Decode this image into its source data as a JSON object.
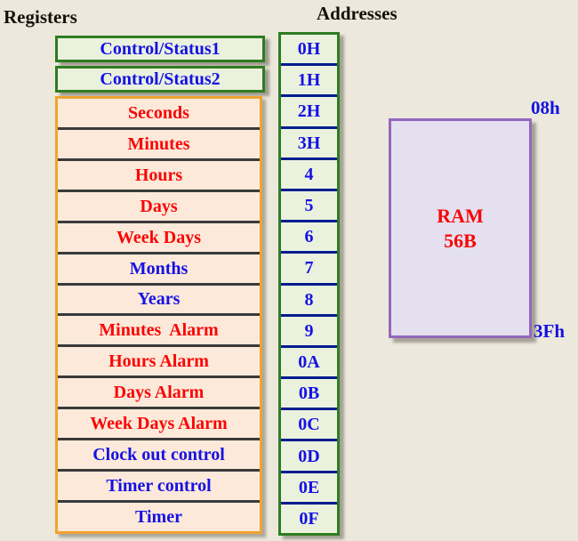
{
  "titles": {
    "registers": "Registers",
    "addresses": "Addresses"
  },
  "control_status_boxes": [
    {
      "label": "Control/Status1"
    },
    {
      "label": "Control/Status2"
    }
  ],
  "registers": [
    {
      "label": "Seconds",
      "color": "red"
    },
    {
      "label": "Minutes",
      "color": "red"
    },
    {
      "label": "Hours",
      "color": "red"
    },
    {
      "label": "Days",
      "color": "red"
    },
    {
      "label": "Week Days",
      "color": "red"
    },
    {
      "label": "Months",
      "color": "blue"
    },
    {
      "label": "Years",
      "color": "blue"
    },
    {
      "label": "Minutes  Alarm",
      "color": "red"
    },
    {
      "label": "Hours Alarm",
      "color": "red"
    },
    {
      "label": "Days Alarm",
      "color": "red"
    },
    {
      "label": "Week Days Alarm",
      "color": "red"
    },
    {
      "label": "Clock out control",
      "color": "blue"
    },
    {
      "label": "Timer control",
      "color": "blue"
    },
    {
      "label": "Timer",
      "color": "blue"
    }
  ],
  "addresses": [
    "0H",
    "1H",
    "2H",
    "3H",
    "4",
    "5",
    "6",
    "7",
    "8",
    "9",
    "0A",
    "0B",
    "0C",
    "0D",
    "0E",
    "0F"
  ],
  "ram": {
    "line1": "RAM",
    "line2": "56B",
    "start_address": "08h",
    "end_address": "3Fh"
  },
  "colors": {
    "background": "#ece9dc",
    "register_fill": "#fde9d9",
    "register_border": "#efa42f",
    "register_divider": "#3a3a3a",
    "green_fill": "#eaf2de",
    "green_border": "#2e7c20",
    "address_divider": "#001c8f",
    "text_red": "#f90606",
    "text_blue": "#1512e3",
    "ram_fill": "#e4e0ef",
    "ram_border": "#9268be"
  }
}
